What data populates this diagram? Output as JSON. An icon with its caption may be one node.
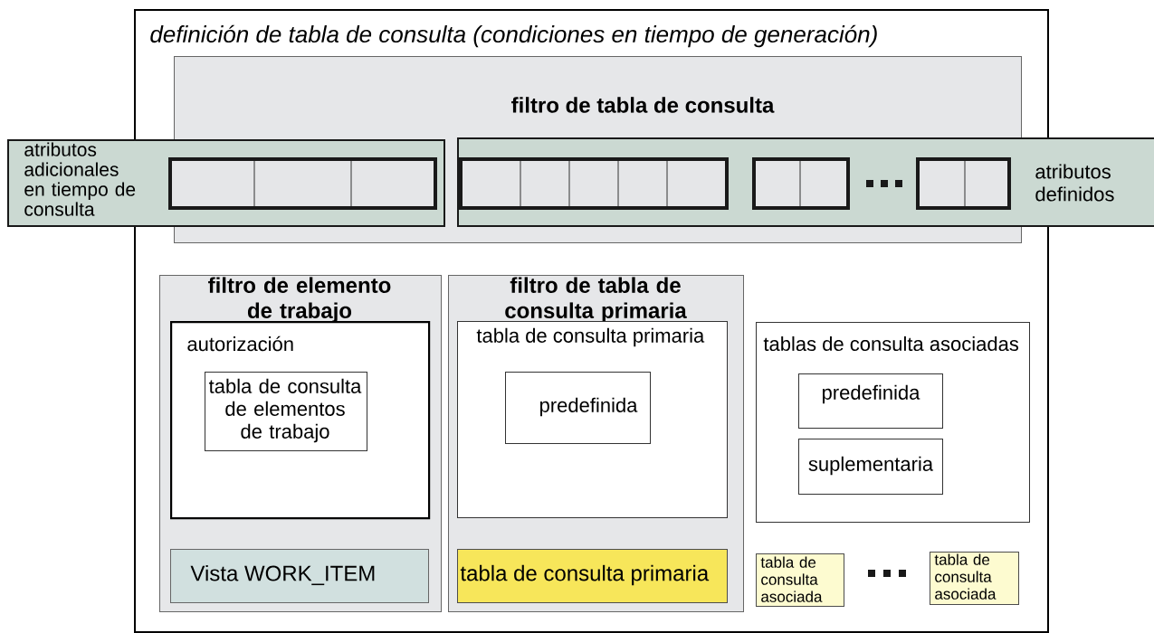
{
  "diagram": {
    "nodes": [
      {
        "text": [
          "definición de tabla de consulta (condiciones en tiempo de generación)"
        ]
      },
      {
        "text": [
          "filtro de tabla de consulta"
        ],
        "in": 0
      },
      {
        "text": [
          "atributos adicionales en tiempo de consulta"
        ]
      },
      {
        "text": [
          "atributos definidos"
        ]
      },
      {
        "text": [
          "filtro de elemento de trabajo"
        ],
        "in": 0
      },
      {
        "text": [
          "autorización"
        ],
        "in": 4
      },
      {
        "text": [
          "tabla de consulta de elementos de trabajo"
        ],
        "in": 5
      },
      {
        "text": [
          "Vista WORK_ITEM"
        ],
        "in": 4
      },
      {
        "text": [
          "filtro de tabla de consulta primaria"
        ],
        "in": 0
      },
      {
        "text": [
          "tabla de consulta primaria"
        ],
        "in": 8
      },
      {
        "text": [
          "predefinida"
        ],
        "in": 9
      },
      {
        "text": [
          "tabla de consulta primaria"
        ],
        "in": 8
      },
      {
        "text": [
          "tablas de consulta asociadas"
        ],
        "in": 0
      },
      {
        "text": [
          "predefinida"
        ],
        "in": 12
      },
      {
        "text": [
          "suplementaria"
        ],
        "in": 12
      },
      {
        "text": [
          "tabla de consulta asociada"
        ],
        "in": 0
      },
      {
        "text": [
          "tabla de consulta asociada"
        ],
        "in": 0
      }
    ]
  }
}
